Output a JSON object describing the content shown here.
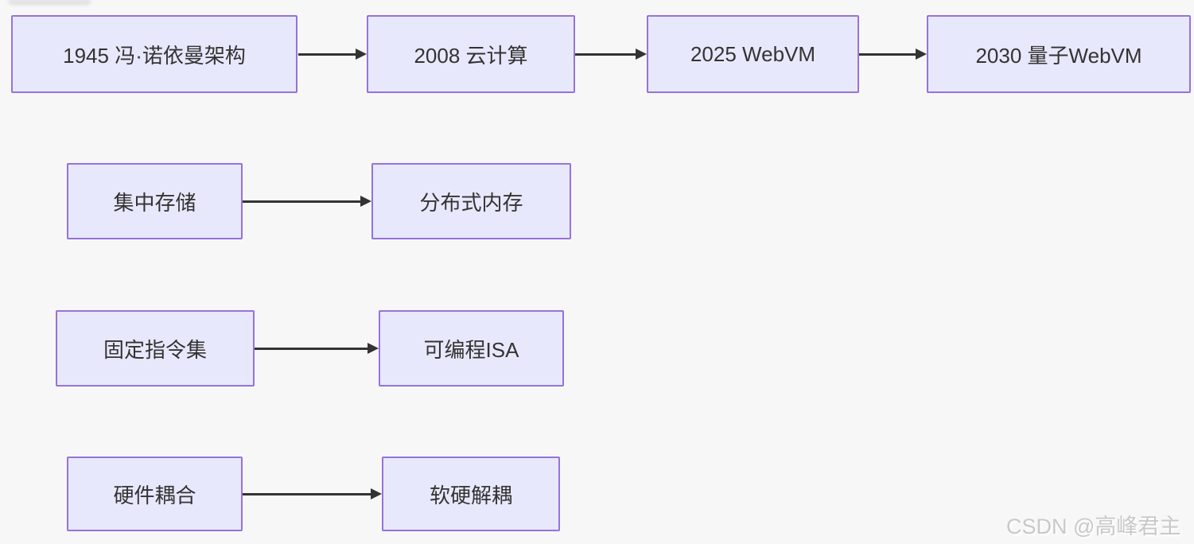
{
  "diagram": {
    "background_color": "#f7f7f8",
    "node_fill_color": "#e8e8fc",
    "node_border_color": "#9673d9",
    "node_text_color": "#333333",
    "arrow_color": "#333333",
    "nodes": [
      {
        "id": "von-neumann",
        "label": "1945 冯·诺依曼架构"
      },
      {
        "id": "cloud-computing",
        "label": "2008 云计算"
      },
      {
        "id": "webvm",
        "label": "2025 WebVM"
      },
      {
        "id": "quantum-webvm",
        "label": "2030 量子WebVM"
      },
      {
        "id": "centralized-storage",
        "label": "集中存储"
      },
      {
        "id": "distributed-memory",
        "label": "分布式内存"
      },
      {
        "id": "fixed-instruction-set",
        "label": "固定指令集"
      },
      {
        "id": "programmable-isa",
        "label": "可编程ISA"
      },
      {
        "id": "hardware-coupling",
        "label": "硬件耦合"
      },
      {
        "id": "software-hardware-decoupling",
        "label": "软硬解耦"
      }
    ],
    "edges": [
      {
        "from": "von-neumann",
        "to": "cloud-computing"
      },
      {
        "from": "cloud-computing",
        "to": "webvm"
      },
      {
        "from": "webvm",
        "to": "quantum-webvm"
      },
      {
        "from": "centralized-storage",
        "to": "distributed-memory"
      },
      {
        "from": "fixed-instruction-set",
        "to": "programmable-isa"
      },
      {
        "from": "hardware-coupling",
        "to": "software-hardware-decoupling"
      }
    ]
  },
  "watermark": {
    "text": "CSDN @高峰君主",
    "color": "#c9c9c9"
  }
}
